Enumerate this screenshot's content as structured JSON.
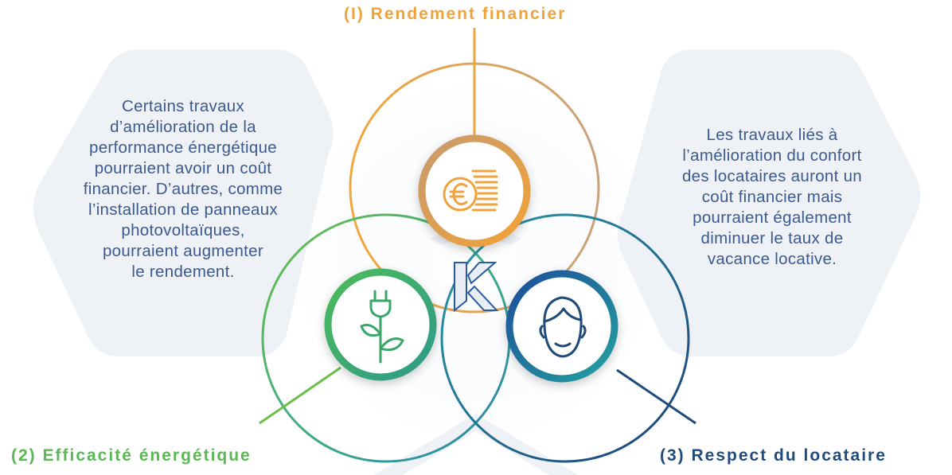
{
  "pillars": {
    "financial": {
      "label": "(I) Rendement financier",
      "color": "#f0a33c",
      "icon": "euro-coins-icon"
    },
    "energy": {
      "label": "(2) Efficacité énergétique",
      "color": "#5bb655",
      "icon": "plug-plant-icon"
    },
    "tenant": {
      "label": "(3) Respect du locataire",
      "color": "#1f4a7a",
      "icon": "face-icon"
    }
  },
  "left_text": {
    "lines": [
      "Certains travaux",
      "d’amélioration de la",
      "performance énergétique",
      "pourraient avoir un coût",
      "financier. D’autres, comme",
      "l’installation de panneaux",
      "photovoltaïques,",
      "pourraient augmenter",
      "le rendement."
    ]
  },
  "right_text": {
    "lines": [
      "Les travaux liés à",
      "l’amélioration du confort",
      "des locataires auront un",
      "coût financier mais",
      "pourraient également",
      "diminuer le taux de",
      "vacance locative."
    ]
  },
  "center_logo": {
    "icon": "k-logo-icon"
  },
  "colors": {
    "text": "#3b5a8f",
    "hexagon": "#eef1f6",
    "orange": "#f0a33c",
    "green": "#5bb655",
    "blue": "#1f4a7a"
  }
}
